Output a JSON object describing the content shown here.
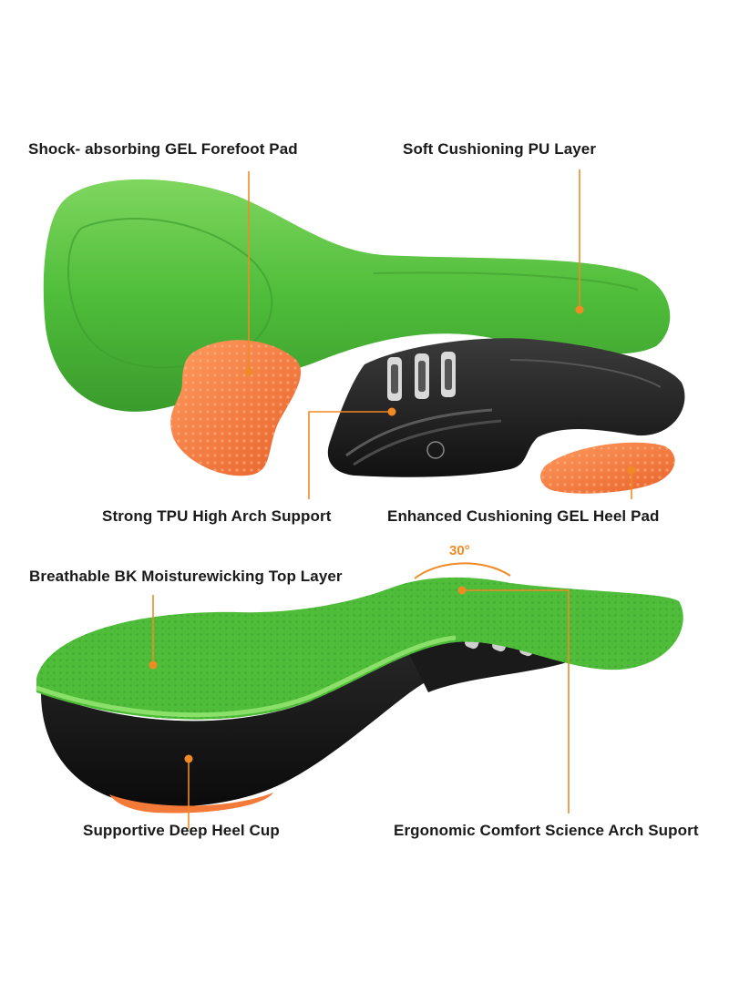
{
  "labels": {
    "gel_forefoot": "Shock- absorbing GEL Forefoot Pad",
    "pu_layer": "Soft Cushioning PU Layer",
    "tpu_arch": "Strong TPU High Arch Support",
    "gel_heel": "Enhanced Cushioning GEL Heel Pad",
    "top_layer": "Breathable BK Moisturewicking Top Layer",
    "heel_cup": "Supportive Deep Heel Cup",
    "arch_suport": "Ergonomic Comfort Science Arch Suport",
    "angle": "30°"
  },
  "colors": {
    "callout": "#f08a24",
    "insole_green": "#57c23f",
    "gel_orange": "#f47a3a",
    "shell_black": "#1c1c1c"
  }
}
